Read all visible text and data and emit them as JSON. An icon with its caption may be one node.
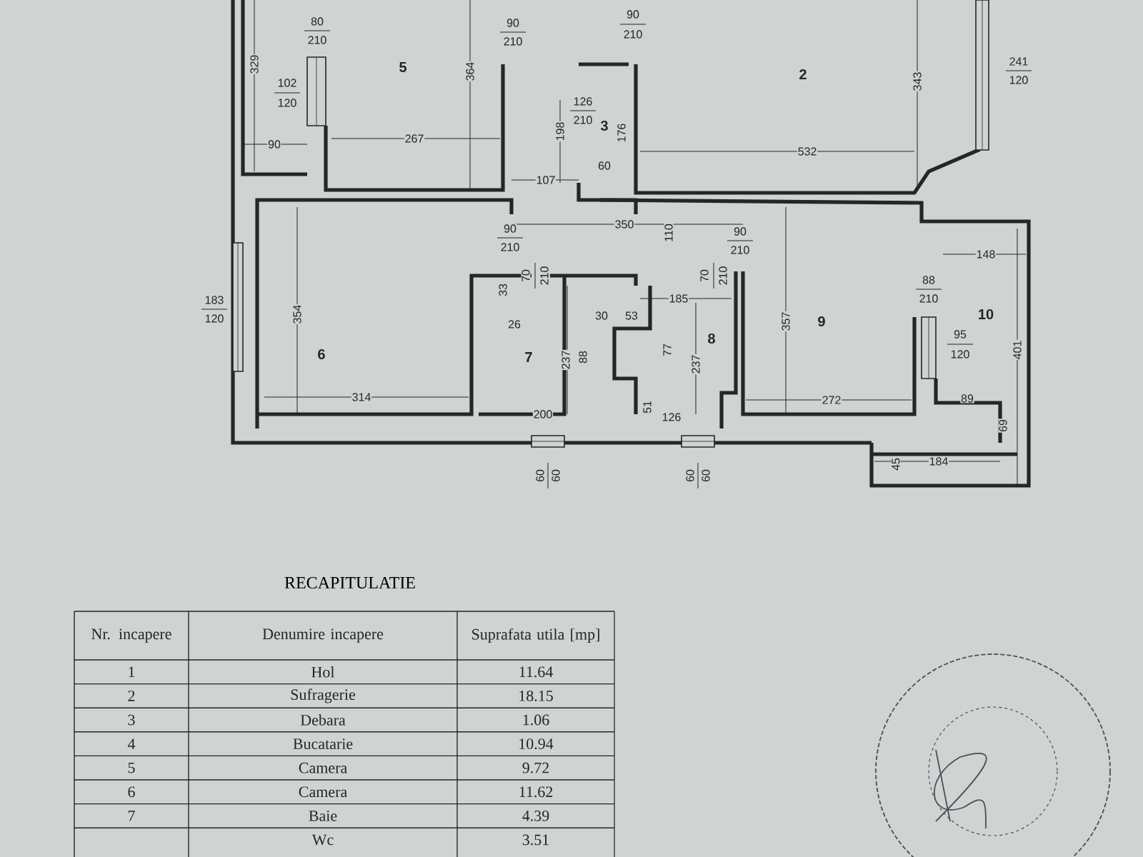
{
  "diagram": {
    "title": "RECAPITULATIE",
    "labels": [
      "80",
      "210",
      "90",
      "210",
      "90",
      "210",
      "241",
      "120",
      "329",
      "5",
      "364",
      "2",
      "343",
      "102",
      "120",
      "126",
      "210",
      "198",
      "3",
      "176",
      "90",
      "267",
      "532",
      "60",
      "107",
      "350",
      "90",
      "210",
      "90",
      "210",
      "110",
      "148",
      "70",
      "210",
      "70",
      "210",
      "88",
      "183",
      "33",
      "185",
      "210",
      "120",
      "354",
      "26",
      "30",
      "53",
      "357",
      "9",
      "10",
      "77",
      "8",
      "95",
      "120",
      "401",
      "6",
      "7",
      "237",
      "88",
      "237",
      "314",
      "272",
      "89",
      "51",
      "200",
      "126",
      "69",
      "184",
      "45",
      "60",
      "60",
      "60",
      "60",
      "Nr. incapere",
      "Denumire incapere",
      "Suprafata utila [mp]",
      "1",
      "Hol",
      "11.64",
      "2",
      "Sufragerie",
      "18.15",
      "3",
      "Debara",
      "1.06",
      "4",
      "Bucatarie",
      "10.94",
      "5",
      "Camera",
      "9.72",
      "6",
      "Camera",
      "11.62",
      "7",
      "Baie",
      "4.39",
      "Wc",
      "3.51"
    ]
  }
}
